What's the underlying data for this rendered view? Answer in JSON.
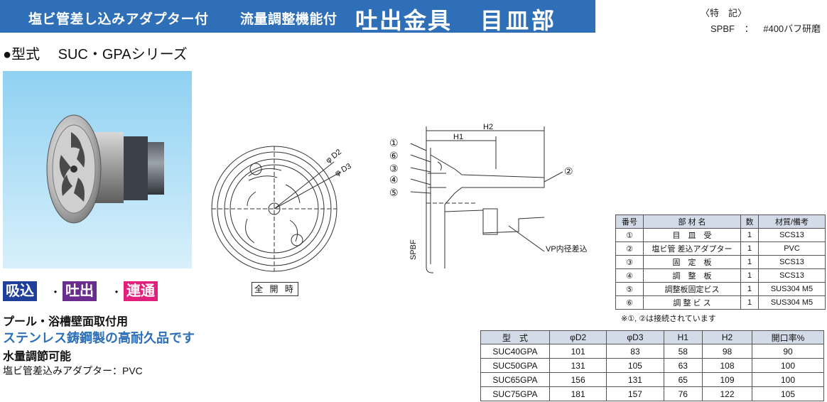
{
  "header": {
    "subtitle_a": "塩ビ管差し込みアダプター付",
    "subtitle_b": "流量調整機能付",
    "title_a": "吐出金具",
    "title_b": "目皿部"
  },
  "features": {
    "heading": "〈特　記〉",
    "code": "SPBF",
    "separator": "：",
    "description": "#400バフ研磨"
  },
  "model_line": "●型式　 SUC・GPAシリーズ",
  "tags": [
    "吸込",
    "吐出",
    "連通"
  ],
  "tag_separator": "・",
  "description": {
    "line1": "プール・浴槽壁面取付用",
    "line2": "ステンレス鋳鋼製の高耐久品です",
    "line3": "水量調節可能",
    "line4": "塩ビ管差込みアダプター：PVC"
  },
  "front_view": {
    "label": "全 開 時",
    "dim_d2": "φ D2",
    "dim_d3": "φ D3"
  },
  "section_view": {
    "h1": "H1",
    "h2": "H2",
    "callouts": [
      "①",
      "⑥",
      "③",
      "④",
      "⑤"
    ],
    "callout_right": "②",
    "spbf": "SPBF",
    "vp": "VP内径差込"
  },
  "parts_table": {
    "headers": [
      "番号",
      "部 材 名",
      "数",
      "材質/備考"
    ],
    "rows": [
      [
        "①",
        "目　皿　受",
        "1",
        "SCS13"
      ],
      [
        "②",
        "塩ビ管 差込アダプター",
        "1",
        "PVC"
      ],
      [
        "③",
        "固　定　板",
        "1",
        "SCS13"
      ],
      [
        "④",
        "調　整　板",
        "1",
        "SCS13"
      ],
      [
        "⑤",
        "調整板固定ビス",
        "1",
        "SUS304 M5"
      ],
      [
        "⑥",
        "調 整 ビ ス",
        "1",
        "SUS304 M5"
      ]
    ],
    "note": "※①, ②は接続されています"
  },
  "spec_table": {
    "headers": [
      "型　式",
      "φD2",
      "φD3",
      "H1",
      "H2",
      "開口率%"
    ],
    "rows": [
      [
        "SUC40GPA",
        "101",
        "83",
        "58",
        "98",
        "90"
      ],
      [
        "SUC50GPA",
        "131",
        "105",
        "63",
        "108",
        "100"
      ],
      [
        "SUC65GPA",
        "156",
        "131",
        "65",
        "109",
        "100"
      ],
      [
        "SUC75GPA",
        "181",
        "157",
        "76",
        "122",
        "105"
      ]
    ]
  },
  "colors": {
    "banner": "#2e6fb8",
    "tag_suction": "#1f3f9a",
    "tag_discharge": "#6b2c8f",
    "tag_connect": "#e0207c",
    "table_header": "#d4dbe8",
    "photo_sky": "#7cc8ee"
  }
}
